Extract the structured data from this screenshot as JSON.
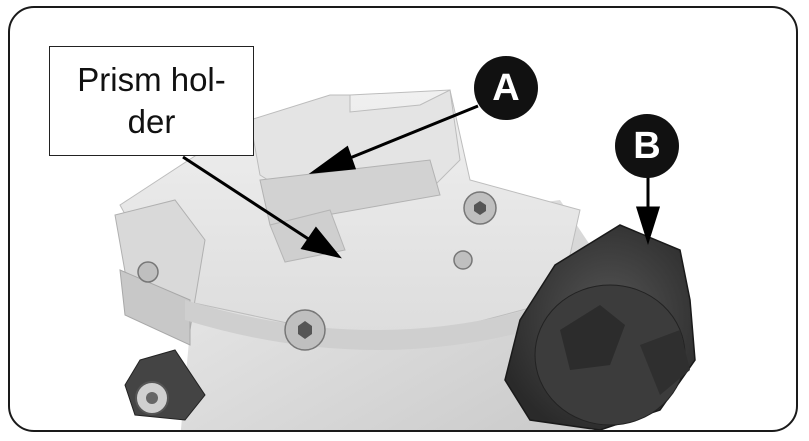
{
  "label": {
    "line1": "Prism hol-",
    "line2": "der"
  },
  "callouts": {
    "a": "A",
    "b": "B"
  },
  "colors": {
    "body": "#dedede",
    "knob": "#3a3a3a",
    "outline": "#1a1a1a"
  }
}
